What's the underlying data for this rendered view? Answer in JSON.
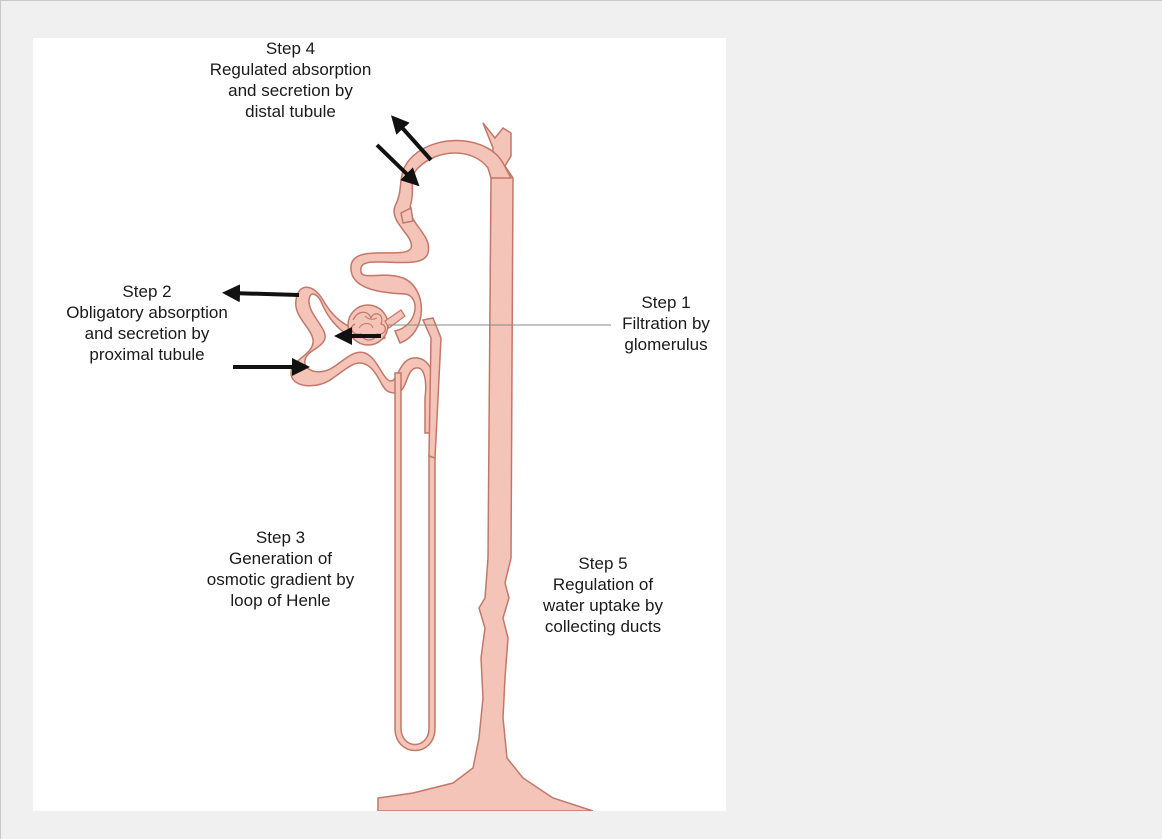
{
  "diagram": {
    "colors": {
      "background": "#f0f0f0",
      "figure_background": "#ffffff",
      "tubule_fill": "#f4c4b8",
      "tubule_stroke": "#c27868",
      "arrow": "#111111",
      "leader_line": "#888888"
    },
    "labels": {
      "step1": {
        "title": "Step 1",
        "line1": "Filtration by",
        "line2": "glomerulus"
      },
      "step2": {
        "title": "Step 2",
        "line1": "Obligatory absorption",
        "line2": "and secretion by",
        "line3": "proximal tubule"
      },
      "step3": {
        "title": "Step 3",
        "line1": "Generation of",
        "line2": "osmotic gradient by",
        "line3": "loop of Henle"
      },
      "step4": {
        "title": "Step 4",
        "line1": "Regulated absorption",
        "line2": "and secretion by",
        "line3": "distal tubule"
      },
      "step5": {
        "title": "Step 5",
        "line1": "Regulation of",
        "line2": "water uptake by",
        "line3": "collecting ducts"
      }
    }
  }
}
